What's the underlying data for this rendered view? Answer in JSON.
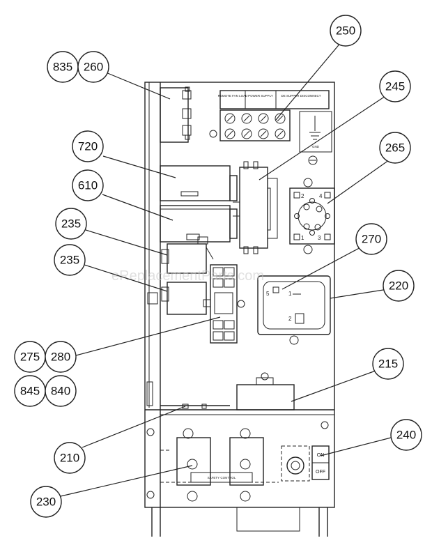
{
  "diagram": {
    "terminal_headers": [
      "REMOTE FAN LOAD",
      "POWER SUPPLY",
      "DE SUPPER DISCONNECT"
    ],
    "ground_label": "GND",
    "relay_numbers": [
      "2",
      "4",
      "1",
      "3"
    ],
    "switch_numbers": [
      "5",
      "1",
      "2"
    ],
    "safety_label": "SAFETY CONTROL",
    "on_label": "ON",
    "off_label": "OFF",
    "watermark": "eReplacementParts.com"
  },
  "callouts": [
    {
      "id": "835",
      "label": "835"
    },
    {
      "id": "260",
      "label": "260"
    },
    {
      "id": "250",
      "label": "250"
    },
    {
      "id": "245",
      "label": "245"
    },
    {
      "id": "720",
      "label": "720"
    },
    {
      "id": "265",
      "label": "265"
    },
    {
      "id": "610",
      "label": "610"
    },
    {
      "id": "235a",
      "label": "235"
    },
    {
      "id": "270",
      "label": "270"
    },
    {
      "id": "235b",
      "label": "235"
    },
    {
      "id": "220",
      "label": "220"
    },
    {
      "id": "275",
      "label": "275"
    },
    {
      "id": "280",
      "label": "280"
    },
    {
      "id": "215",
      "label": "215"
    },
    {
      "id": "845",
      "label": "845"
    },
    {
      "id": "840",
      "label": "840"
    },
    {
      "id": "240",
      "label": "240"
    },
    {
      "id": "210",
      "label": "210"
    },
    {
      "id": "230",
      "label": "230"
    }
  ]
}
